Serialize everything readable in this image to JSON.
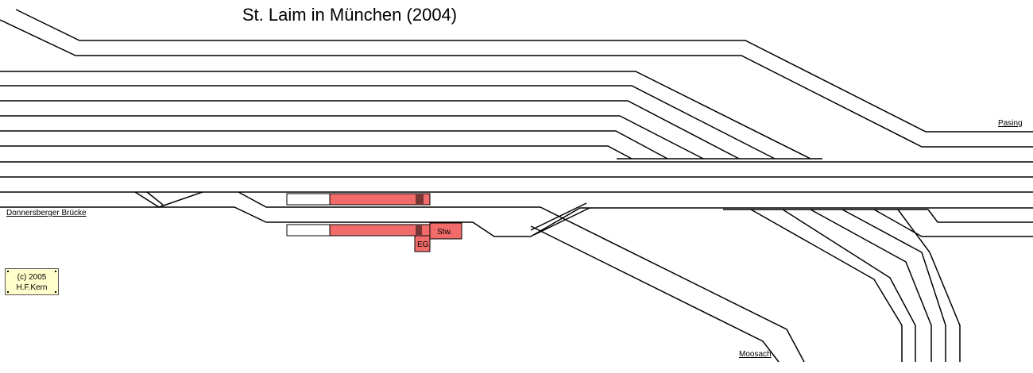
{
  "title": "St. Laim in München (2004)",
  "links": {
    "donnersberger": "Donnersberger Brücke",
    "pasing": "Pasing",
    "moosach": "Moosach"
  },
  "labels": {
    "stellwerk": "Stw.",
    "eg": "EG"
  },
  "copyright": {
    "line1": "(c) 2005",
    "line2": "H.F.Kern"
  },
  "colors": {
    "track": "#000000",
    "building": "#f26b6b",
    "copyright_bg": "#ffffcc"
  }
}
